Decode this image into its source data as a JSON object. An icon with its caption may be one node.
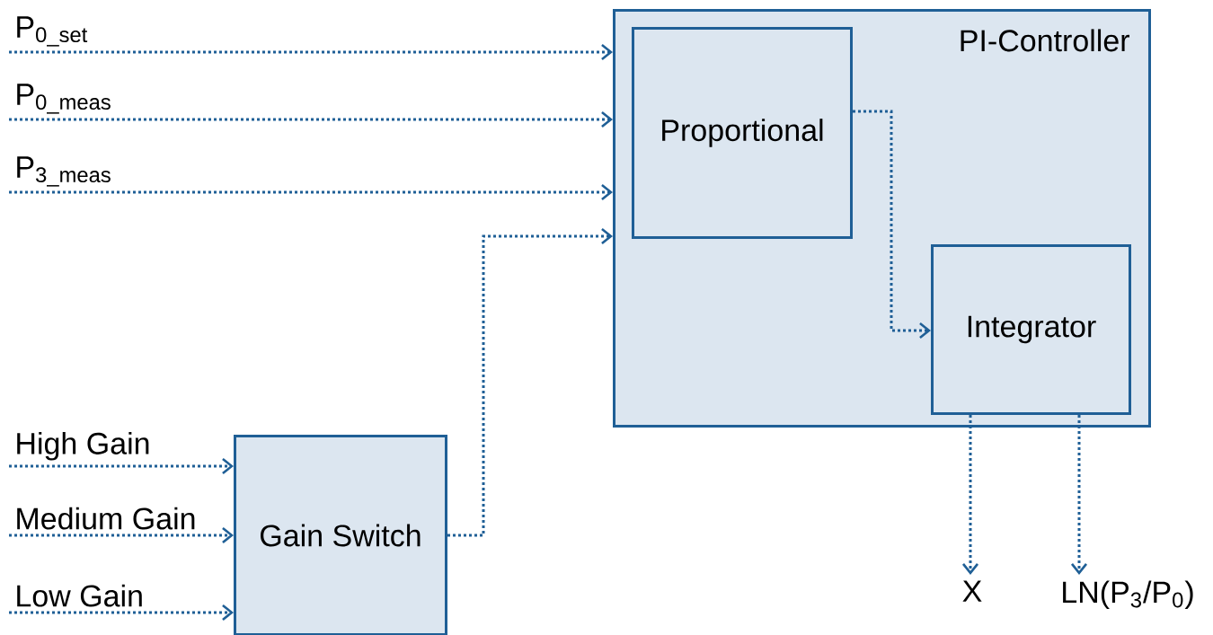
{
  "diagram": {
    "nodes": [
      {
        "text": [
          "PI-Controller"
        ]
      },
      {
        "text": [
          "Proportional"
        ],
        "in": 0
      },
      {
        "text": [
          "Integrator"
        ],
        "in": 0
      },
      {
        "text": [
          "Gain Switch"
        ]
      },
      {
        "text": [
          "P$_{0_set}$"
        ]
      },
      {
        "text": [
          "P$_{0_meas}$"
        ]
      },
      {
        "text": [
          "P$_{3_meas}$"
        ]
      },
      {
        "text": [
          "High Gain"
        ]
      },
      {
        "text": [
          "Medium Gain"
        ]
      },
      {
        "text": [
          "Low Gain"
        ]
      },
      {
        "text": [
          "X"
        ]
      },
      {
        "text": [
          "LN(P$_{3}$/P$_{0}$)"
        ]
      }
    ],
    "edges": [
      {
        "from": 4,
        "to": 0,
        "arrow": "to"
      },
      {
        "from": 5,
        "to": 0,
        "arrow": "to"
      },
      {
        "from": 6,
        "to": 0,
        "arrow": "to"
      },
      {
        "from": 3,
        "to": 0,
        "arrow": "to"
      },
      {
        "from": 7,
        "to": 3,
        "arrow": "to"
      },
      {
        "from": 8,
        "to": 3,
        "arrow": "to"
      },
      {
        "from": 9,
        "to": 3,
        "arrow": "to"
      },
      {
        "from": 1,
        "to": 2,
        "arrow": "to"
      },
      {
        "from": 2,
        "to": 10,
        "arrow": "to"
      },
      {
        "from": 2,
        "to": 11,
        "arrow": "to"
      }
    ]
  }
}
